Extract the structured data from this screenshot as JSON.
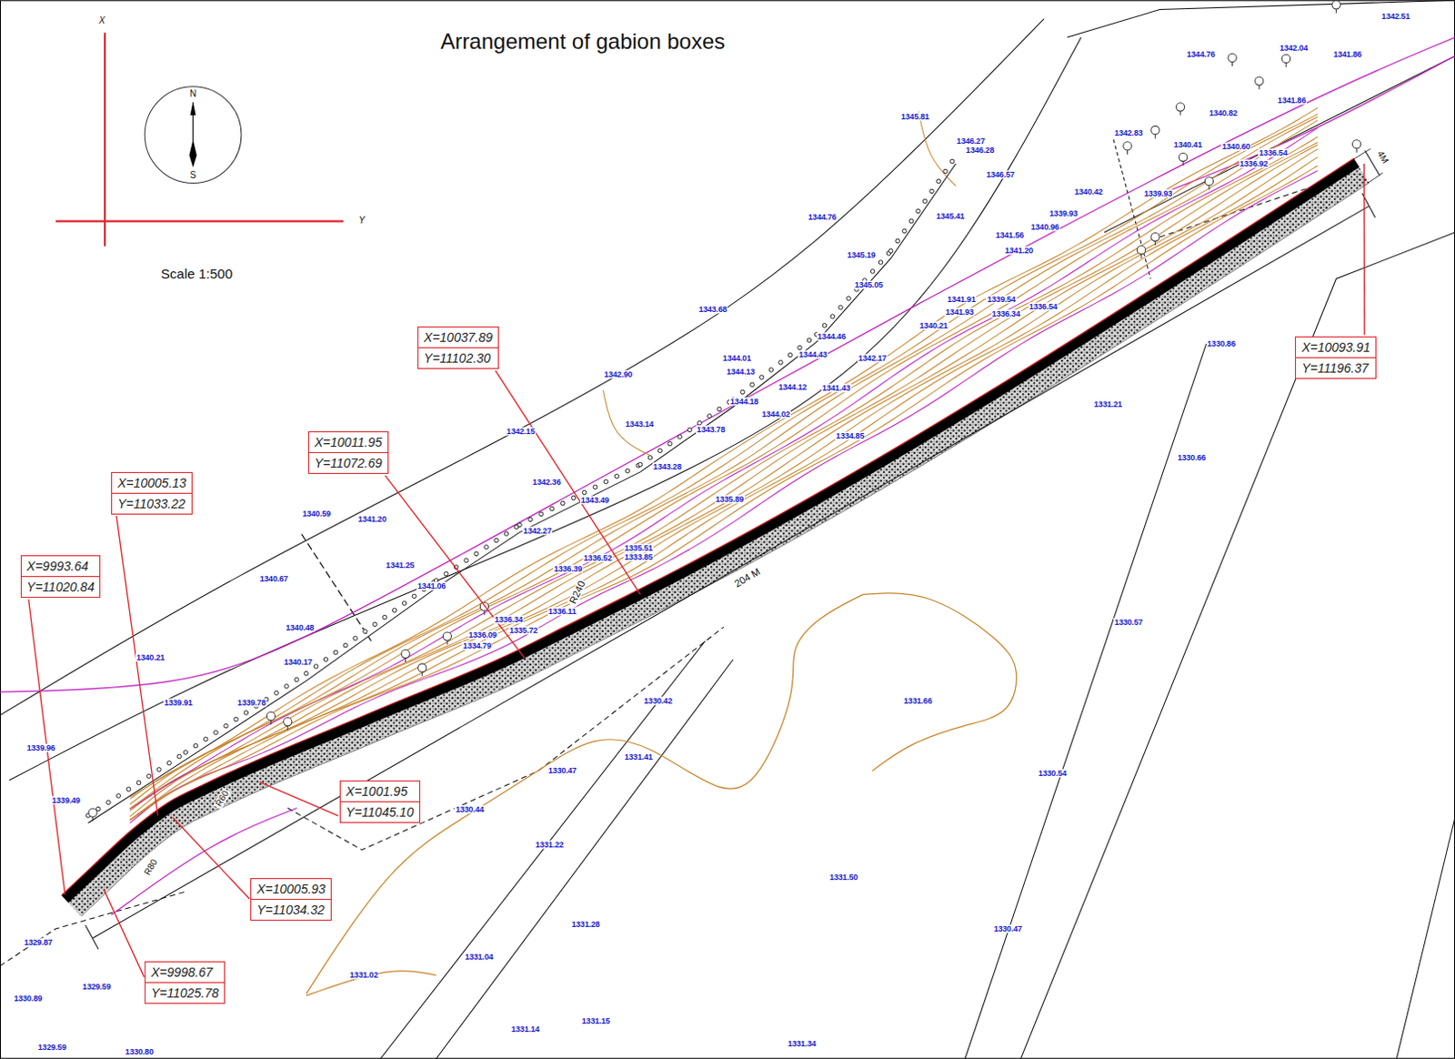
{
  "diagram": {
    "title": "Arrangement of gabion boxes",
    "nodes": [
      {
        "text": [
          "X=10037.89",
          "Y=11102.30"
        ]
      },
      {
        "text": [
          "X=10093.91",
          "Y=11196.37"
        ]
      },
      {
        "text": [
          "X=10011.95",
          "Y=11072.69"
        ]
      },
      {
        "text": [
          "X=10005.13",
          "Y=11033.22"
        ]
      },
      {
        "text": [
          "X=9993.64",
          "Y=11020.84"
        ]
      },
      {
        "text": [
          "X=1001.95",
          "Y=11045.10"
        ]
      },
      {
        "text": [
          "X=10005.93",
          "Y=11034.32"
        ]
      },
      {
        "text": [
          "X=9998.67",
          "Y=11025.78"
        ]
      }
    ],
    "labels": [
      "X",
      "Y",
      "N",
      "S",
      "Scale 1:500",
      "R240",
      "R60",
      "R80",
      "204 M",
      "4M",
      "1342.51",
      "1344.76",
      "1342.04",
      "1341.86",
      "1341.86",
      "1340.82",
      "1342.83",
      "1340.41",
      "1340.60",
      "1336.54",
      "1336.92",
      "1340.42",
      "1339.93",
      "1339.93",
      "1345.81",
      "1346.27",
      "1346.28",
      "1346.57",
      "1344.76",
      "1345.41",
      "1341.56",
      "1340.96",
      "1341.20",
      "1343.68",
      "1345.19",
      "1345.05",
      "1341.91",
      "1339.54",
      "1341.93",
      "1336.34",
      "1336.54",
      "1340.21",
      "1330.86",
      "1344.46",
      "1344.43",
      "1342.17",
      "1341.43",
      "1344.12",
      "1344.01",
      "1344.13",
      "1344.18",
      "1344.02",
      "1342.90",
      "1331.21",
      "1343.14",
      "1343.78",
      "1334.85",
      "1330.66",
      "1342.15",
      "1343.28",
      "1342.36",
      "1343.49",
      "1335.89",
      "1340.59",
      "1341.20",
      "1342.27",
      "1335.51",
      "1333.85",
      "1336.52",
      "1336.39",
      "1340.67",
      "1341.25",
      "1341.06",
      "1336.11",
      "1330.57",
      "1340.48",
      "1336.34",
      "1335.72",
      "1336.09",
      "1334.79",
      "1340.21",
      "1340.17",
      "1339.91",
      "1339.78",
      "1330.42",
      "1331.66",
      "1339.96",
      "1331.41",
      "1330.47",
      "1330.54",
      "1339.49",
      "1330.44",
      "1331.22",
      "1331.50",
      "1329.87",
      "1331.28",
      "1330.47",
      "1331.04",
      "1331.02",
      "1329.59",
      "1330.89",
      "1329.59",
      "1330.80",
      "1331.14",
      "1331.15",
      "1331.34"
    ]
  }
}
